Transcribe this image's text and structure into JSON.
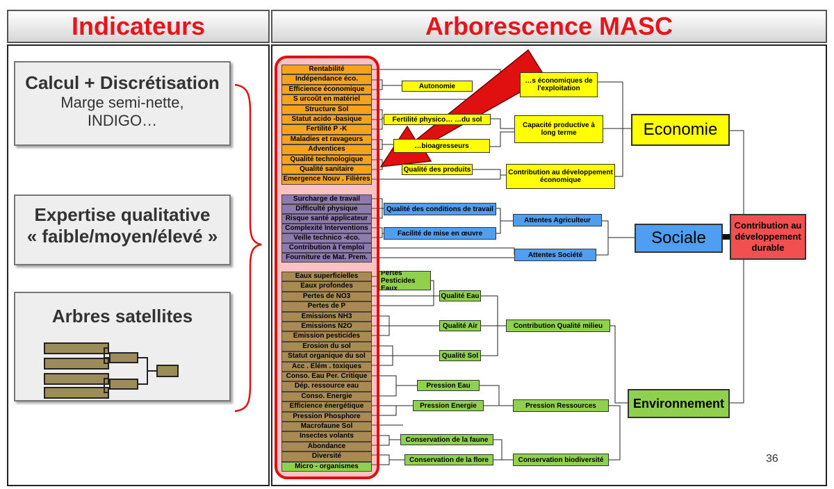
{
  "headers": {
    "left": "Indicateurs",
    "right": "Arborescence  MASC"
  },
  "left_boxes": {
    "calcul": {
      "title": "Calcul + Discrétisation",
      "line1": "Marge semi-nette,",
      "line2": "INDIGO…"
    },
    "expertise": {
      "line1": "Expertise qualitative",
      "line2": "« faible/moyen/élevé »"
    },
    "arbres": {
      "title": "Arbres satellites"
    }
  },
  "leaves": {
    "economic": [
      "Rentabilité",
      "Indépendance éco.",
      "Efficience économique",
      "S urcoût en matériel",
      "Structure Sol",
      "Statut acido   -basique",
      "Fertilité P  -K",
      "Maladies et ravageurs",
      "Adventices",
      "Qualité technologique",
      "Qualité sanitaire",
      "Emergence   Nouv . Filières"
    ],
    "social": [
      "Surcharge de travail",
      "Difficulté physique",
      "Risque santé applicateur",
      "Complexité  Interventions",
      "Veille technico   -éco.",
      "Contribution à l'emploi",
      "Fourniture de    Mat. Prem."
    ],
    "environmental": [
      "Eaux superficielles",
      "Eaux profondes",
      "Pertes de NO3",
      "Pertes de P",
      "Emissions NH3",
      "Emissions N2O",
      "Emission pesticides",
      "Erosion du sol",
      "Statut organique du sol",
      "Acc . Elém . toxiques",
      "Conso. Eau Per. Critique",
      "Dép. ressource eau",
      "Conso. Energie",
      "Efficience énergétique",
      "Pression Phosphore",
      "Macrofaune Sol",
      "Insectes volants",
      "Abondance",
      "Diversité",
      "Micro - organismes"
    ]
  },
  "nodes": {
    "autonomie": "Autonomie",
    "res_eco": "…s économiques de l'exploitation",
    "fertilite": "Fertilité physico…          …du sol",
    "bioagresseurs": "…bioagresseurs",
    "qualite_produits": "Qualité des produits",
    "cap_prod": "Capacité productive à long terme",
    "contrib_eco": "Contribution au développement économique",
    "qual_cond": "Qualité des conditions de travail",
    "facilite": "Facilité de mise en œuvre",
    "att_agri": "Attentes    Agriculteur",
    "att_soc": "Attentes Société",
    "pertes_pest": "Pertes Pesticides Eaux",
    "qual_eau": "Qualité Eau",
    "qual_air": "Qualité Air",
    "qual_sol": "Qualité Sol",
    "contrib_milieu": "Contribution Qualité          milieu",
    "pression_eau": "Pression Eau",
    "pression_energie": "Pression Energie",
    "pression_ress": "Pression Ressources",
    "cons_faune": "Conservation de     la faune",
    "cons_flore": "Conservation de la flore",
    "cons_bio": "Conservation biodiversité"
  },
  "aggregates": {
    "economie": "Economie",
    "sociale": "Sociale",
    "environnement": "Environnement",
    "root": "Contribution au développement durable"
  },
  "page_number": "36",
  "colors": {
    "header_text": "#e8141b",
    "economic": "#f7a21b",
    "social": "#8f7ab0",
    "environmental": "#a88a52",
    "eco_node": "#ffff00",
    "soc_node": "#4f9ef0",
    "env_node": "#8fd14f",
    "root": "#f25050",
    "arrow": "#e01010"
  }
}
